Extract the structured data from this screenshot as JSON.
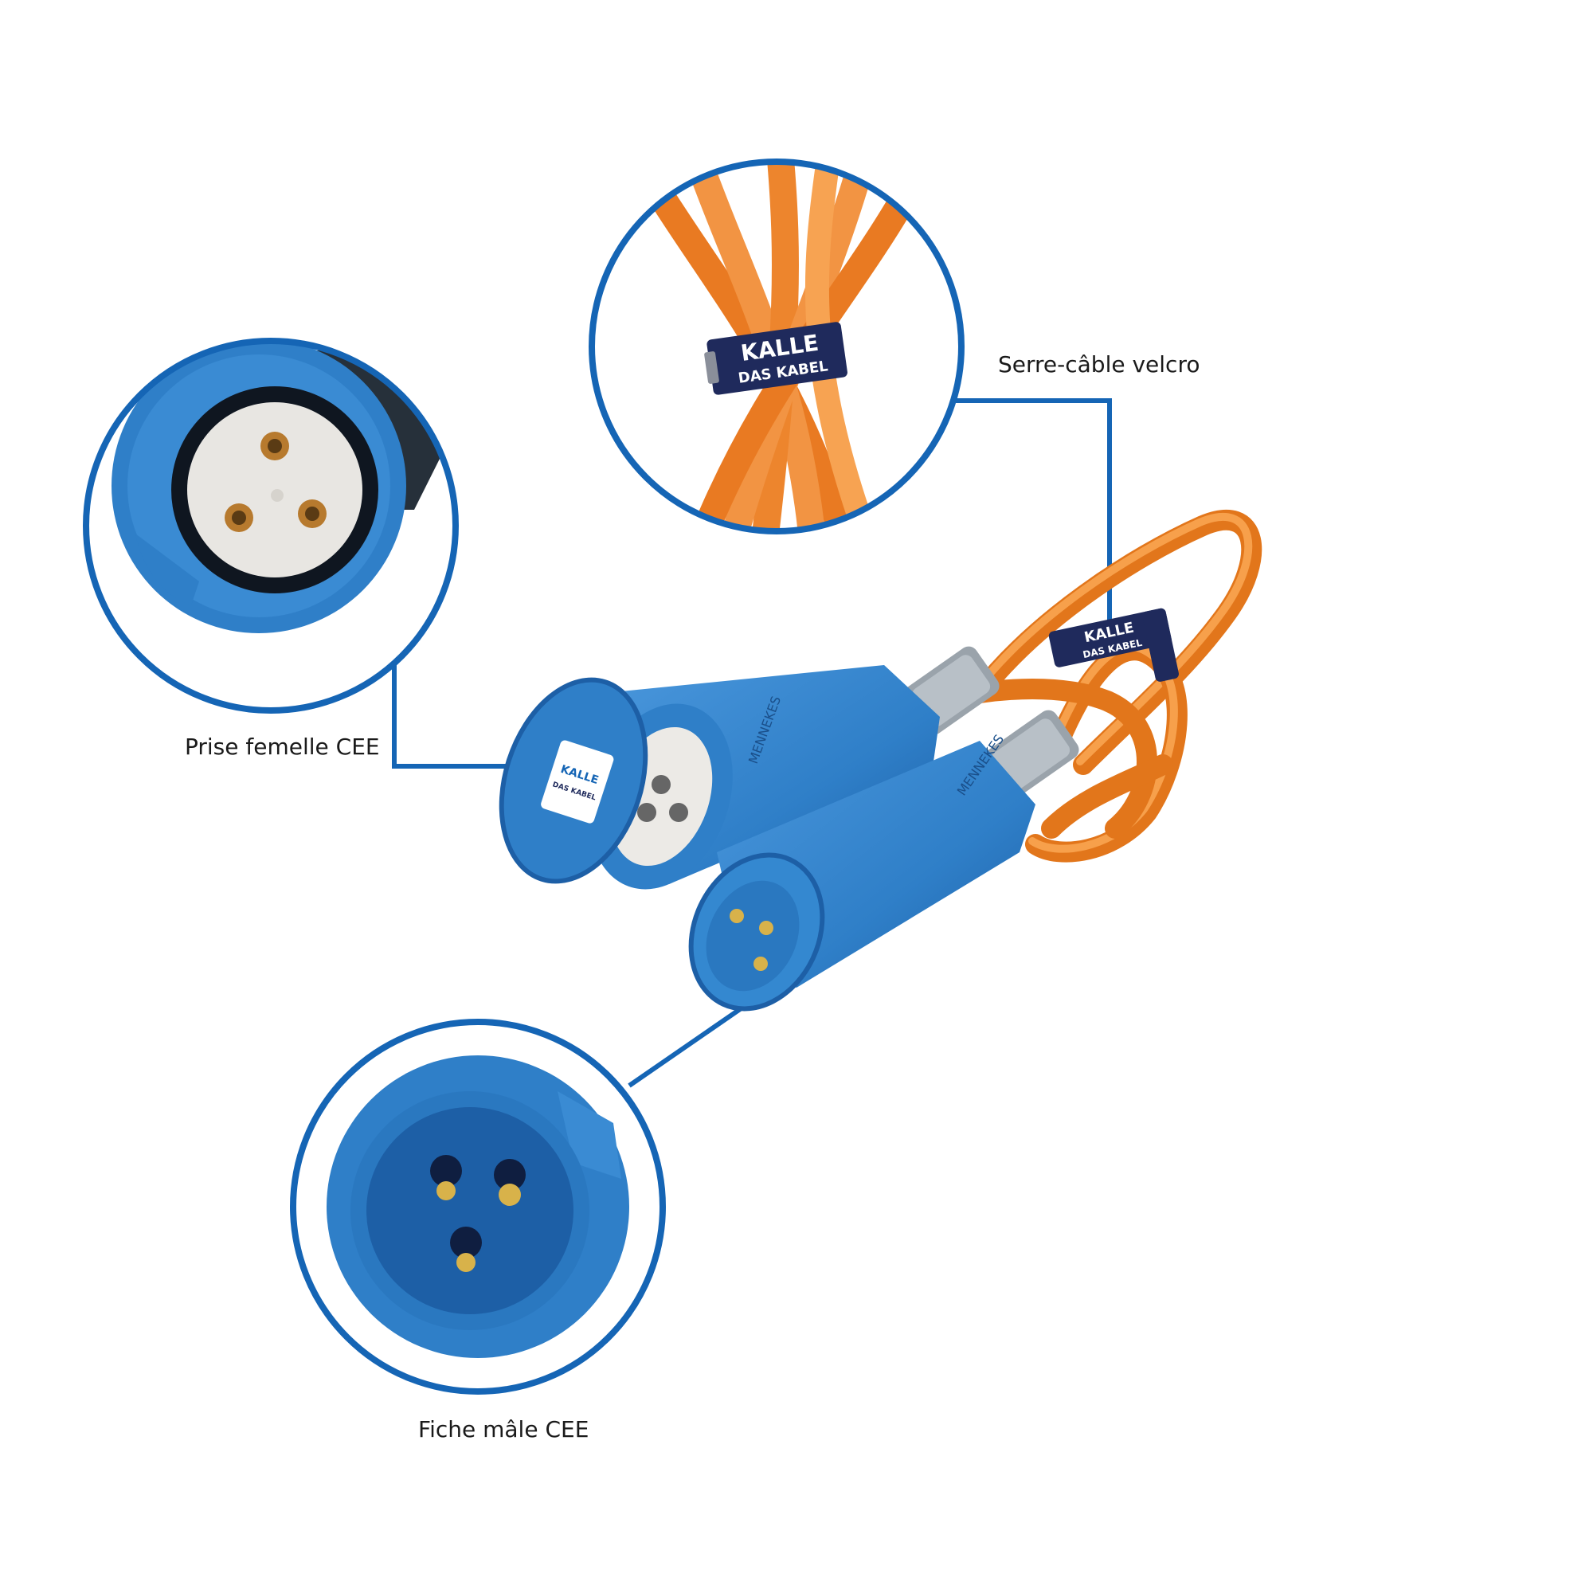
{
  "labels": {
    "velcro_strap": "Serre-câble velcro",
    "female_socket": "Prise femelle CEE",
    "male_plug": "Fiche mâle CEE"
  },
  "brand": {
    "line1": "KALLE",
    "line2": "DAS KABEL",
    "body_print": "MENNEKES"
  },
  "colors": {
    "accent_blue": "#1565b5",
    "connector_blue": "#2f7fc8",
    "cable_orange": "#f08a2a",
    "strap_navy": "#1f2a5c"
  }
}
